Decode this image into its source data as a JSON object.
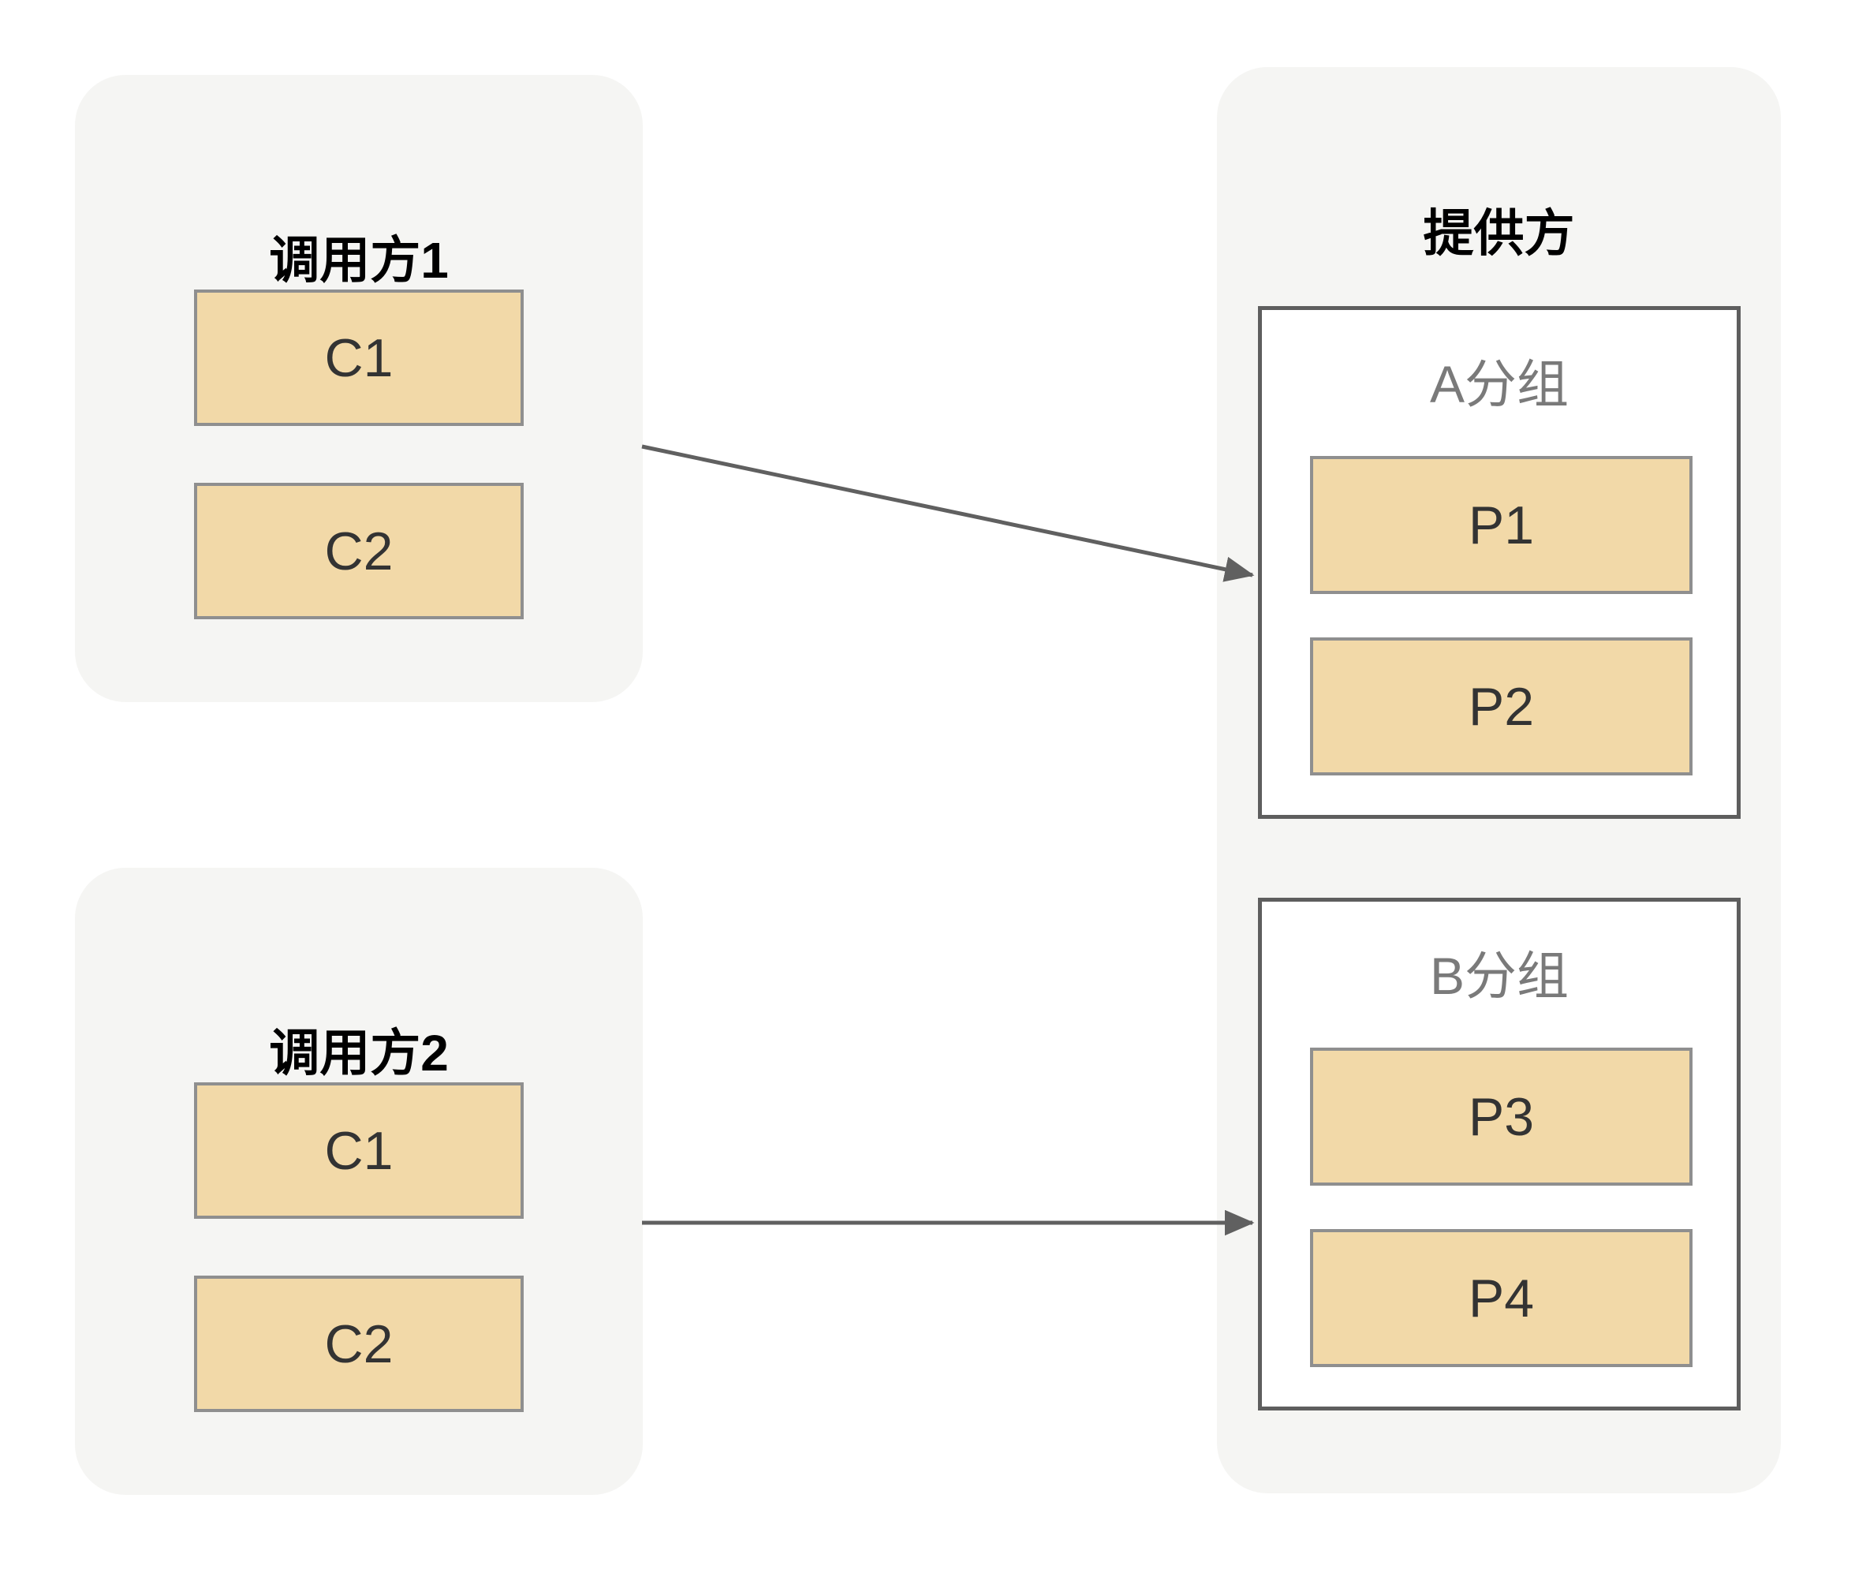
{
  "diagram": {
    "callers": [
      {
        "title": "调用方1",
        "items": [
          "C1",
          "C2"
        ]
      },
      {
        "title": "调用方2",
        "items": [
          "C1",
          "C2"
        ]
      }
    ],
    "provider": {
      "title": "提供方",
      "groups": [
        {
          "label": "A分组",
          "items": [
            "P1",
            "P2"
          ]
        },
        {
          "label": "B分组",
          "items": [
            "P3",
            "P4"
          ]
        }
      ]
    },
    "arrows": [
      {
        "from": "调用方1",
        "to": "A分组"
      },
      {
        "from": "调用方2",
        "to": "B分组"
      }
    ],
    "colors": {
      "page_bg": "#ffffff",
      "container_bg": "#f5f5f3",
      "node_fill": "#f2d9a8",
      "node_border": "#8f8f8f",
      "group_border": "#5e5e5e",
      "group_label": "#7a7a7a",
      "title_text": "#000000",
      "node_text": "#333333",
      "arrow": "#606060"
    }
  }
}
